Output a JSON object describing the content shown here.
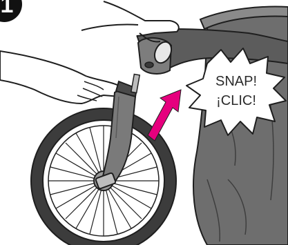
{
  "step": {
    "number": "1"
  },
  "callout": {
    "line1": "SNAP!",
    "line2": "¡CLIC!"
  },
  "colors": {
    "ink": "#1e1e1e",
    "stroller_gray": "#6b6b6b",
    "stroller_dark": "#4a4a4a",
    "fork_gray": "#7a7a7a",
    "arrow_magenta": "#e6007e",
    "badge_black": "#111111"
  },
  "icons": {
    "step_badge": "step-number-badge",
    "motion_arrow": "insert-direction-arrow"
  }
}
